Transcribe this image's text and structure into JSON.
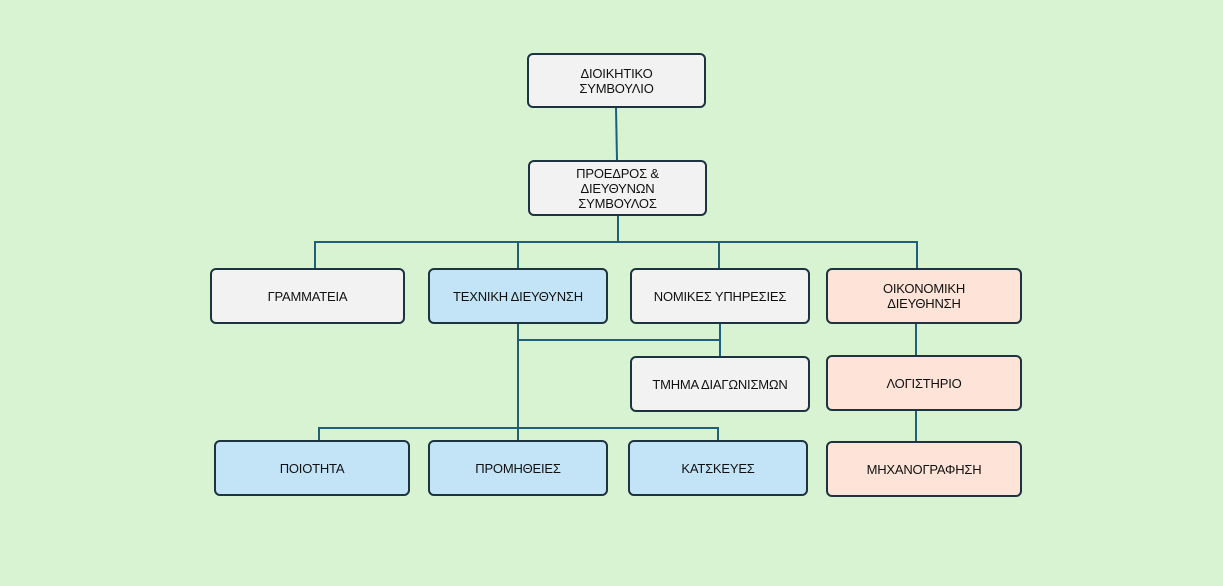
{
  "org_chart": {
    "connector_color": "#1f5f7a",
    "colors": {
      "grey": "#f2f2f2",
      "blue": "#c3e4f6",
      "peach": "#fde3d8",
      "border": "#1d3340",
      "background": "#d8f3d2"
    },
    "nodes": {
      "board": "ΔΙΟΙΚΗΤΙΚΟ\nΣΥΜΒΟΥΛΙΟ",
      "ceo": "ΠΡΟΕΔΡΟΣ &\nΔΙΕΥΘΥΝΩΝ\nΣΥΜΒΟΥΛΟΣ",
      "secretariat": "ΓΡΑΜΜΑΤΕΙΑ",
      "technical": "ΤΕΧΝΙΚΗ ΔΙΕΥΘΥΝΣΗ",
      "legal": "ΝΟΜΙΚΕΣ ΥΠΗΡΕΣΙΕΣ",
      "financial": "ΟΙΚΟΝΟΜΙΚΗ\nΔΙΕΥΘΗΝΣΗ",
      "tenders": "ΤΜΗΜΑ ΔΙΑΓΩΝΙΣΜΩΝ",
      "accounting": "ΛΟΓΙΣΤΗΡΙΟ",
      "quality": "ΠΟΙΟΤΗΤΑ",
      "procurement": "ΠΡΟΜΗΘΕΙΕΣ",
      "construction": "ΚΑΤΣΚΕΥΕΣ",
      "computing": "ΜΗΧΑΝΟΓΡΑΦΗΣΗ"
    }
  }
}
